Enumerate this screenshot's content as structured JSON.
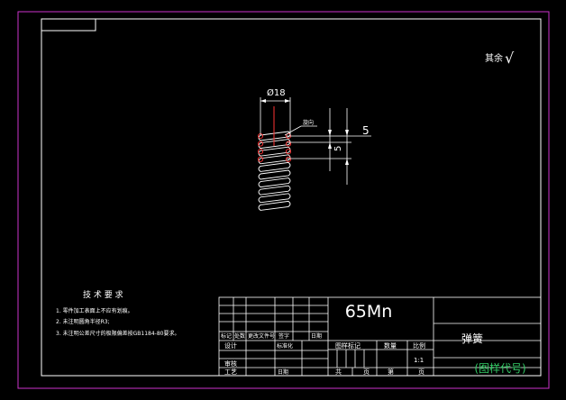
{
  "dimension": {
    "diameter_label": "Ø18",
    "pitch_label": "5",
    "wire_label": "5",
    "leader_note": "旋向"
  },
  "roughness": {
    "label": "其余",
    "symbol": "√"
  },
  "tech_requirements": {
    "title": "技 术 要 求",
    "items": [
      "1. 零件加工表面上不应有划痕。",
      "2. 未注明圆角半径R3;",
      "3. 未注明公差尺寸的极限偏差按GB1184-80要求。"
    ]
  },
  "title_block": {
    "material": "65Mn",
    "part_name": "弹簧",
    "drawing_code": "(图样代号)",
    "rev_headers": [
      "标记",
      "处数",
      "更改文件号",
      "签字",
      "日期"
    ],
    "row_labels": [
      "设计",
      "标准化",
      "审核",
      "工艺",
      "日期"
    ],
    "stage_headers": [
      "图样标记",
      "数量",
      "比例"
    ],
    "scale": "1:1",
    "sheet_labels": [
      "共",
      "页",
      "第",
      "页"
    ]
  },
  "colors": {
    "background": "#000000",
    "line": "#ffffff",
    "frame": "#cc33cc",
    "title_green": "#33cc66",
    "centerline": "#ff3333"
  }
}
